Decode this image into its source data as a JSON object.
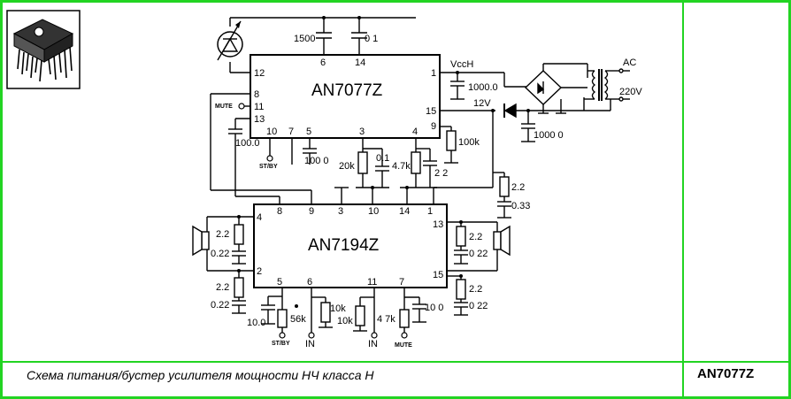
{
  "caption": "Схема питания/бустер усилителя мощности НЧ класса Н",
  "part_number": "AN7077Z",
  "ic1": {
    "name": "AN7077Z",
    "pins": [
      "12",
      "8",
      "11",
      "13",
      "6",
      "14",
      "1",
      "15",
      "9",
      "10",
      "7",
      "5",
      "3",
      "4"
    ]
  },
  "ic2": {
    "name": "AN7194Z",
    "pins": [
      "4",
      "2",
      "8",
      "9",
      "3",
      "10",
      "14",
      "1",
      "13",
      "15",
      "5",
      "6",
      "11",
      "7"
    ]
  },
  "labels": {
    "vcch": "VccH",
    "v12": "12V",
    "ac": "AC",
    "ac220": "220V",
    "mute": "MUTE",
    "stby": "ST/BY",
    "in": "IN"
  },
  "components": {
    "c1500": "1500",
    "c01_top": "0 1",
    "c1000_top": "1000.0",
    "c1000_bot": "1000 0",
    "c100_left": "100.0",
    "c100_mid": "100 0",
    "r20k": "20k",
    "c01_mid": "0.1",
    "r47k_top": "4.7k",
    "c22_top": "2 2",
    "r100k": "100k",
    "r22_right": "2.2",
    "c033": "0.33",
    "r22_l1": "2.2",
    "c022_l1": "0.22",
    "r22_l2": "2.2",
    "c022_l2": "0.22",
    "r22_r1": "2.2",
    "c022_r1": "0 22",
    "r22_r2": "2.2",
    "c022_r2": "0 22",
    "c10_bot": "10.0",
    "r56k": "56k",
    "r10k_a": "10k",
    "r10k_b": "10k",
    "r47k_bot": "4 7k",
    "c10_bot2": "10 0"
  }
}
